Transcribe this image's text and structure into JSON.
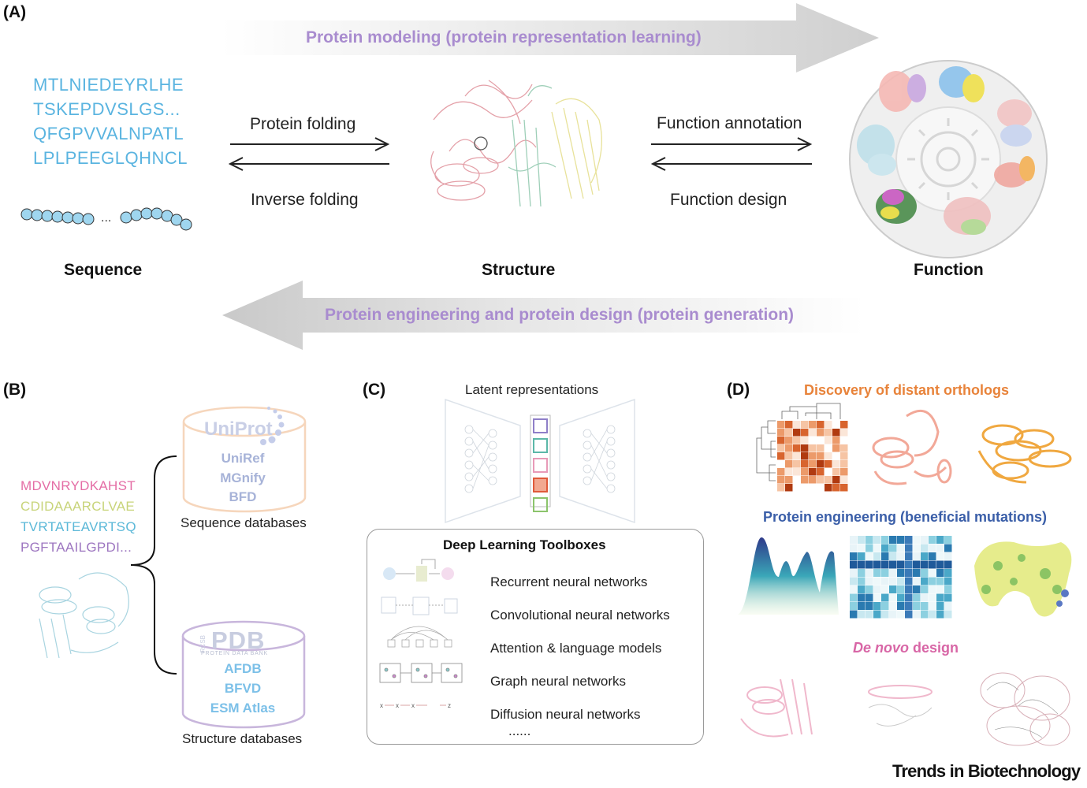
{
  "panels": {
    "a": "(A)",
    "b": "(B)",
    "c": "(C)",
    "d": "(D)"
  },
  "panel_a": {
    "top_banner": "Protein modeling (protein representation learning)",
    "bottom_banner": "Protein engineering and protein design (protein generation)",
    "sequence_lines": [
      "MTLNIEDEYRLHE",
      "TSKEPDVSLGS...",
      "QFGPVVALNPATL",
      "LPLPEEGLQHNCL"
    ],
    "ellipsis": "...",
    "folding": "Protein folding",
    "inverse_folding": "Inverse folding",
    "function_annotation": "Function annotation",
    "function_design": "Function design",
    "sequence_title": "Sequence",
    "structure_title": "Structure",
    "function_title": "Function"
  },
  "panel_b": {
    "msa_lines": [
      "MDVNRYDKAHST",
      "CDIDAAARCLVAE",
      "TVRTATEAVRTSQ",
      "PGFTAAILGPDI..."
    ],
    "uniprot": "UniProt",
    "seq_dbs": [
      "UniRef",
      "MGnify",
      "BFD"
    ],
    "seq_caption": "Sequence databases",
    "pdb": "PDB",
    "pdb_sub": "PROTEIN DATA BANK",
    "pdb_side": "RCSB",
    "struct_dbs": [
      "AFDB",
      "BFVD",
      "ESM Atlas"
    ],
    "struct_caption": "Structure databases"
  },
  "panel_c": {
    "latent": "Latent representations",
    "toolbox_title": "Deep Learning Toolboxes",
    "tools": [
      "Recurrent neural networks",
      "Convolutional neural networks",
      "Attention & language models",
      "Graph neural networks",
      "Diffusion neural networks"
    ],
    "more": "......",
    "latent_colors": [
      "#8f7fc8",
      "#5cb8a8",
      "#e89ab8",
      "#e05a3a",
      "#8cc46c"
    ]
  },
  "panel_d": {
    "orthologs": "Discovery of distant orthologs",
    "engineering": "Protein engineering (beneficial mutations)",
    "denovo_italic": "De novo",
    "denovo_rest": " design",
    "colors": {
      "orthologs": "#e8833a",
      "engineering": "#3a5ea8",
      "denovo": "#d866a6"
    }
  },
  "footer": "Trends in Biotechnology"
}
